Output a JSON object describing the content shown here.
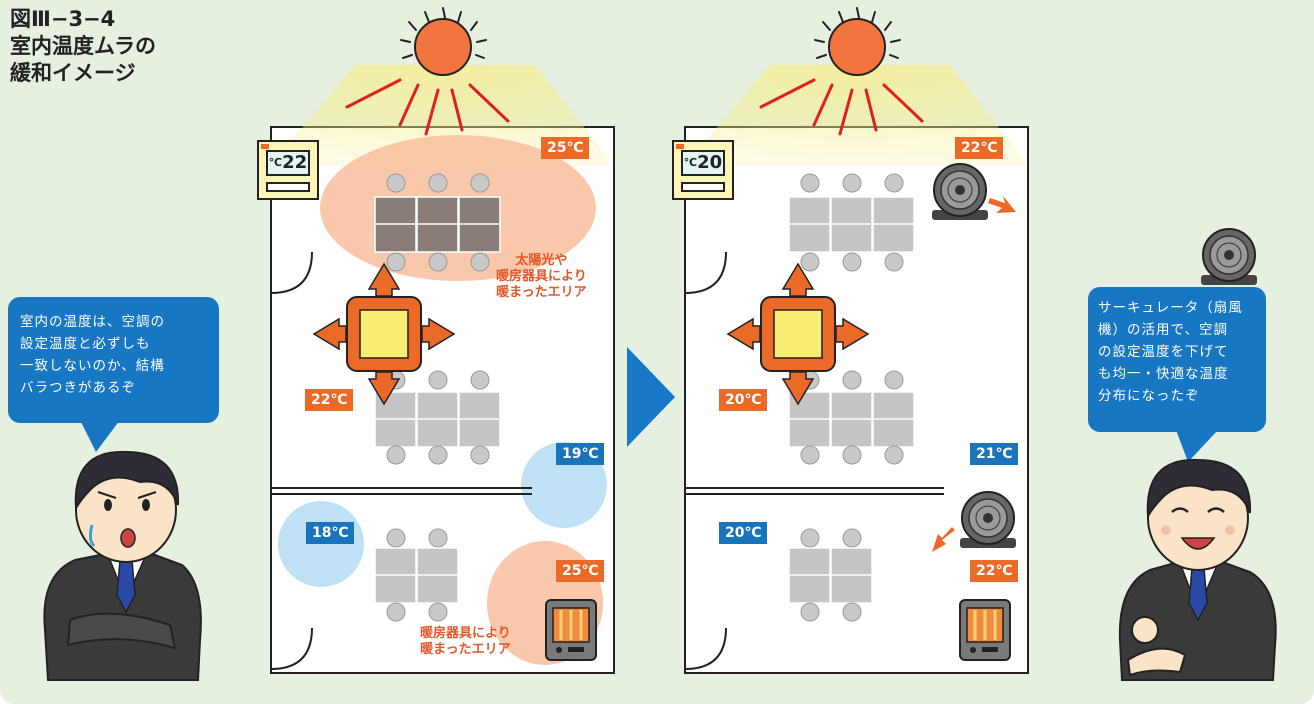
{
  "figure": {
    "title_lines": [
      "図Ⅲ−3−4",
      "室内温度ムラの",
      "緩和イメージ"
    ]
  },
  "left_bubble": {
    "lines": [
      "室内の温度は、空調の",
      "設定温度と必ずしも",
      "一致しないのか、結構",
      "バラつきがあるぞ"
    ]
  },
  "right_bubble": {
    "lines": [
      "サーキュレータ（扇風",
      "機）の活用で、空調",
      "の設定温度を下げて",
      "も均一・快適な温度",
      "分布になったぞ"
    ]
  },
  "left_room": {
    "thermostat": "22",
    "thermostat_unit": "℃",
    "temps": {
      "top_right": "25℃",
      "center_left": "22℃",
      "right_middle": "19℃",
      "bottom_left": "18℃",
      "bottom_right": "25℃"
    },
    "sun_note": [
      "太陽光や",
      "暖房器具により",
      "暖まったエリア"
    ],
    "heater_note": [
      "暖房器具により",
      "暖まったエリア"
    ]
  },
  "right_room": {
    "thermostat": "20",
    "thermostat_unit": "℃",
    "temps": {
      "top_right": "22℃",
      "center_left": "20℃",
      "right_middle": "21℃",
      "bottom_left": "20℃",
      "bottom_right": "22℃"
    }
  },
  "colors": {
    "background": "#e5f0e0",
    "bubble": "#1877c2",
    "warm_badge": "#ec6a28",
    "cool_badge": "#1a74bb",
    "warm_zone": "#f8c2a2",
    "cool_zone": "#bfe1f6",
    "arrow": "#1878c8"
  }
}
